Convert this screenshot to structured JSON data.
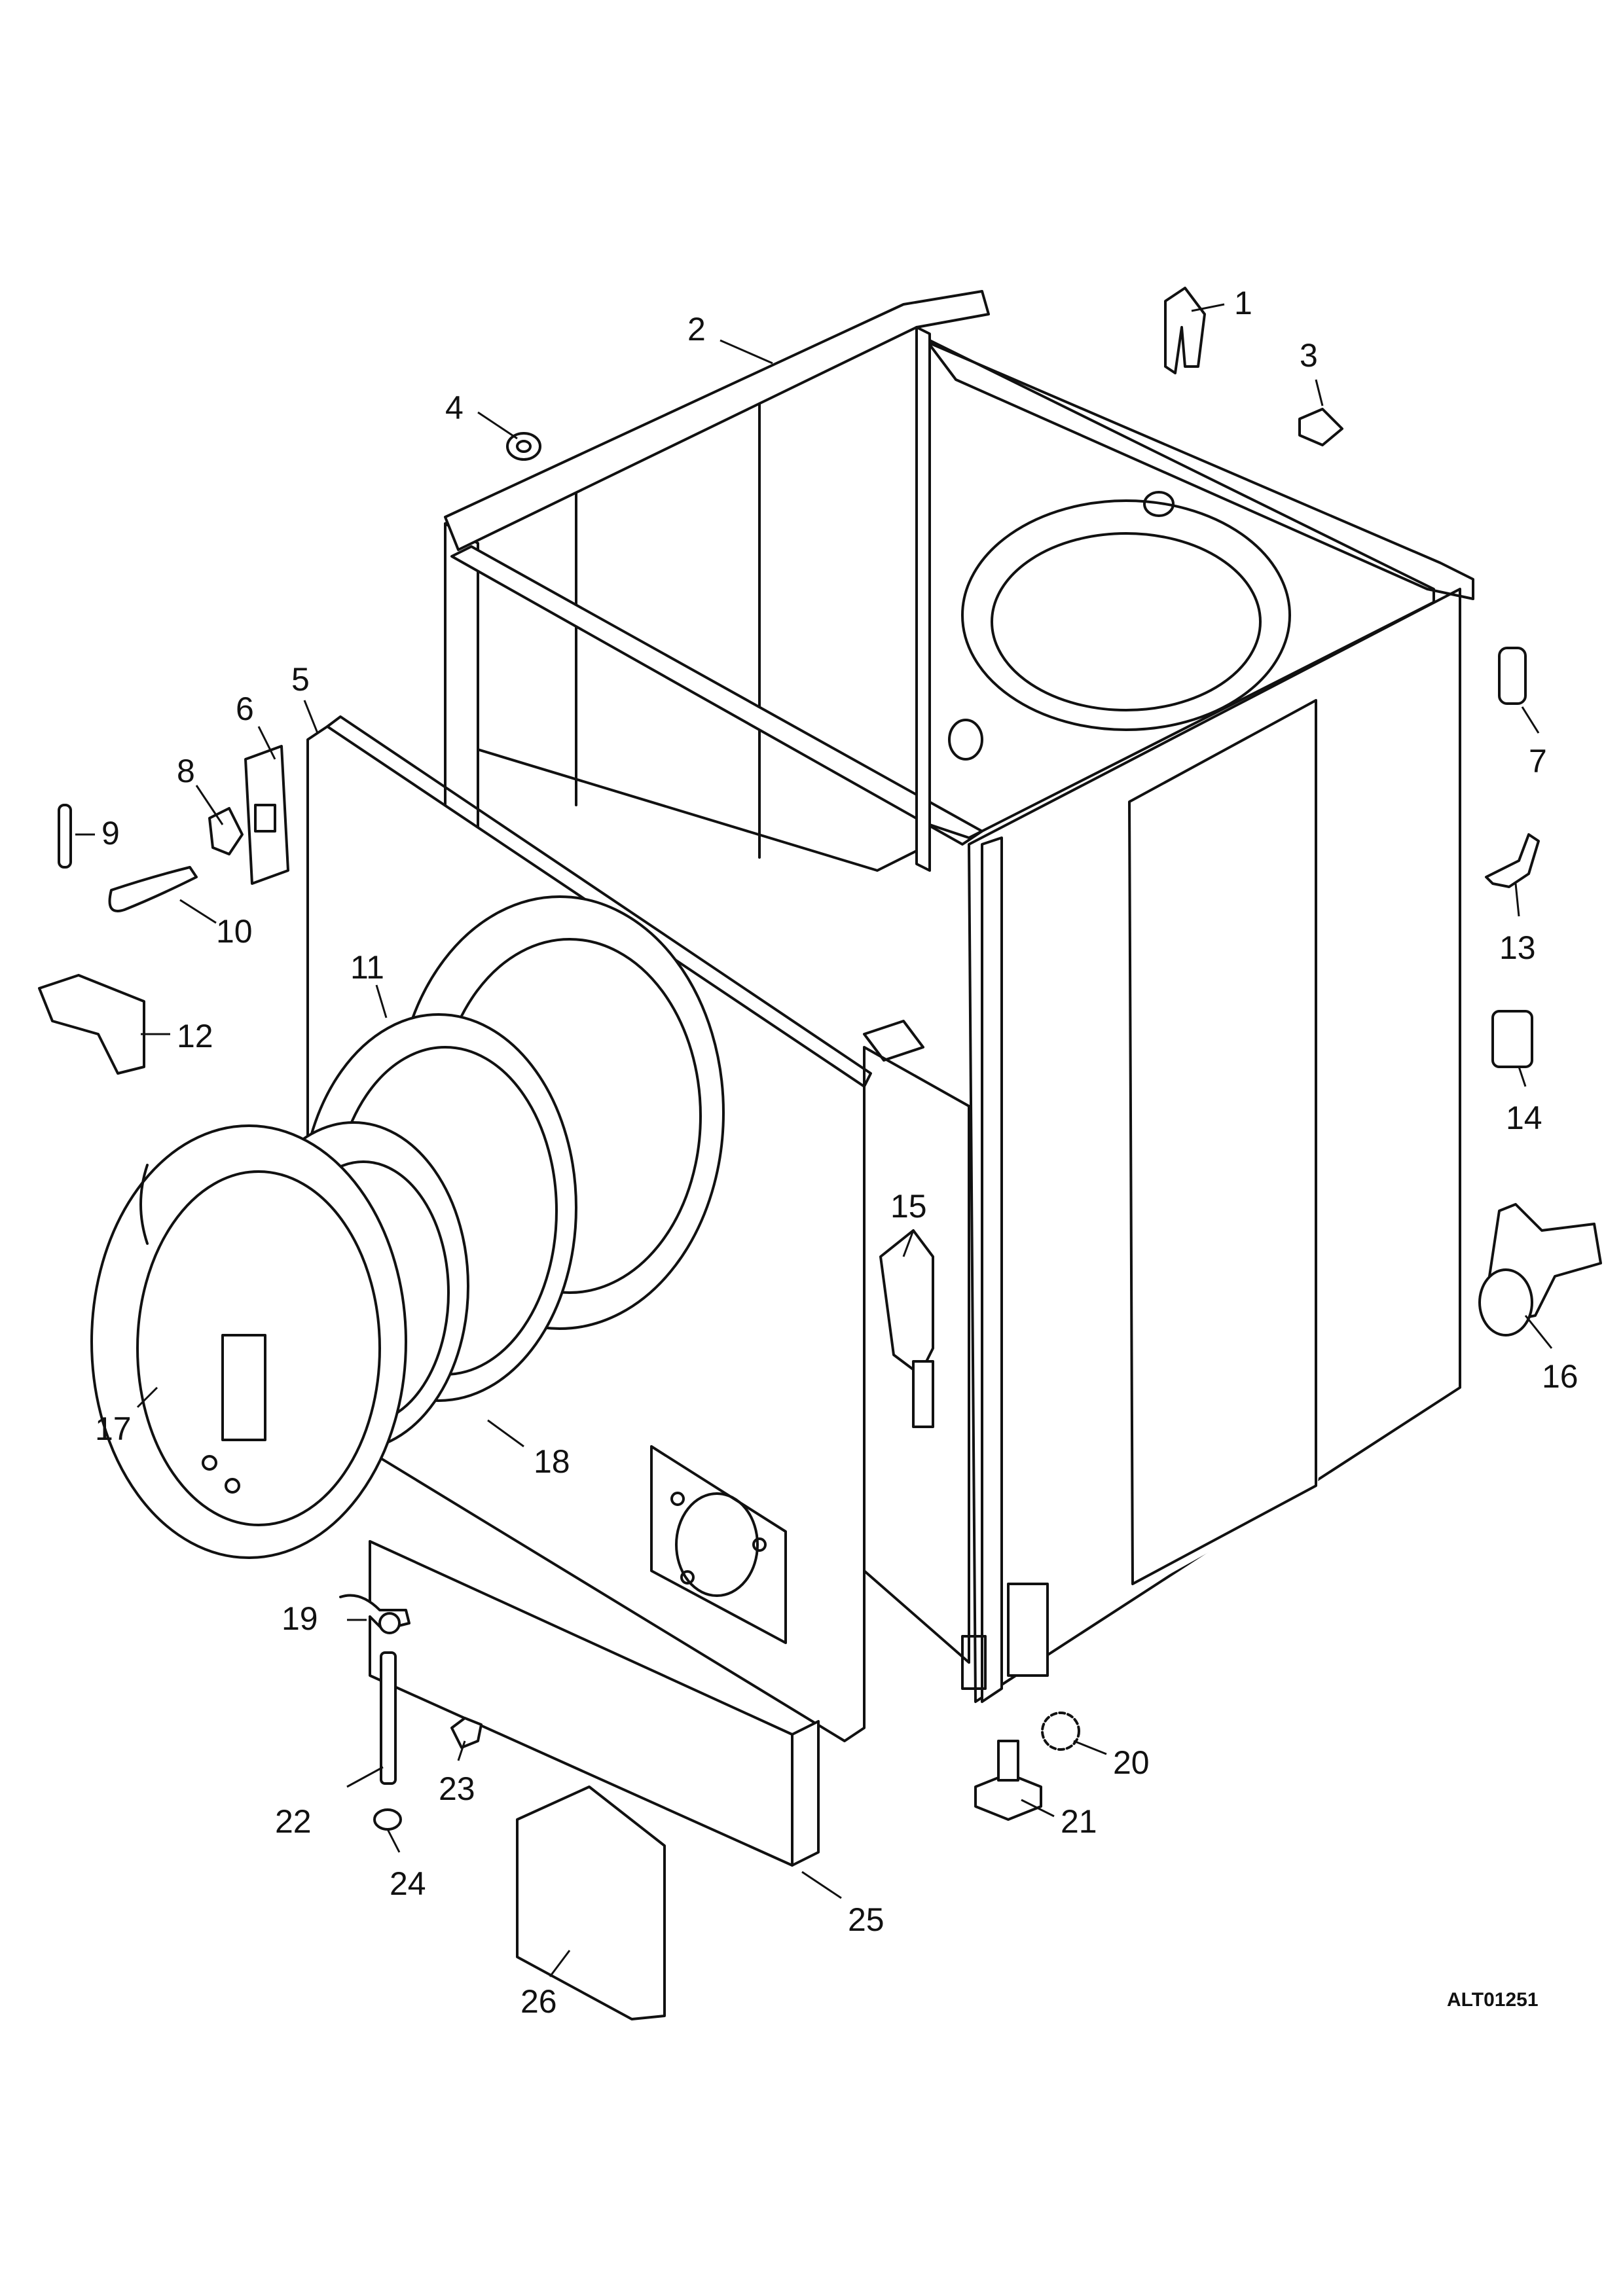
{
  "drawing_ref": "ALT01251",
  "callouts": [
    {
      "id": "1",
      "label": "1"
    },
    {
      "id": "2",
      "label": "2"
    },
    {
      "id": "3",
      "label": "3"
    },
    {
      "id": "4",
      "label": "4"
    },
    {
      "id": "5",
      "label": "5"
    },
    {
      "id": "6",
      "label": "6"
    },
    {
      "id": "7",
      "label": "7"
    },
    {
      "id": "8",
      "label": "8"
    },
    {
      "id": "9",
      "label": "9"
    },
    {
      "id": "10",
      "label": "10"
    },
    {
      "id": "11",
      "label": "11"
    },
    {
      "id": "12",
      "label": "12"
    },
    {
      "id": "13",
      "label": "13"
    },
    {
      "id": "14",
      "label": "14"
    },
    {
      "id": "15",
      "label": "15"
    },
    {
      "id": "16",
      "label": "16"
    },
    {
      "id": "17",
      "label": "17"
    },
    {
      "id": "18",
      "label": "18"
    },
    {
      "id": "19",
      "label": "19"
    },
    {
      "id": "20",
      "label": "20"
    },
    {
      "id": "21",
      "label": "21"
    },
    {
      "id": "22",
      "label": "22"
    },
    {
      "id": "23",
      "label": "23"
    },
    {
      "id": "24",
      "label": "24"
    },
    {
      "id": "25",
      "label": "25"
    },
    {
      "id": "26",
      "label": "26"
    }
  ]
}
